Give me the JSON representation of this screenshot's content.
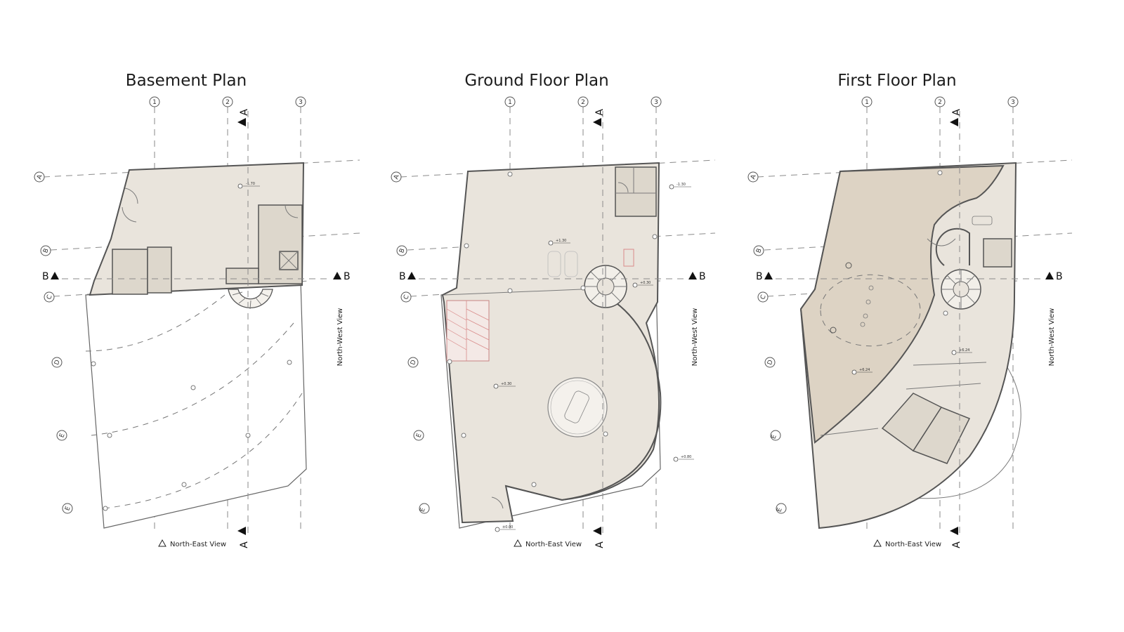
{
  "plans": [
    {
      "title": "Basement Plan",
      "grid_cols": [
        "1",
        "2",
        "3"
      ],
      "grid_rows": [
        "A",
        "B",
        "C",
        "D",
        "E",
        "E"
      ],
      "section_a": "A",
      "section_b": "B",
      "view_bottom": "North-East View",
      "view_side": "North-West View",
      "levels": [
        "-1.70"
      ]
    },
    {
      "title": "Ground Floor Plan",
      "grid_cols": [
        "1",
        "2",
        "3"
      ],
      "grid_rows": [
        "A",
        "B",
        "C",
        "D",
        "E",
        "E"
      ],
      "section_a": "A",
      "section_b": "B",
      "view_bottom": "North-East View",
      "view_side": "North-West View",
      "levels": [
        "-1.30",
        "+1.30",
        "+0.30",
        "+0.30",
        "+0.80",
        "±0.00"
      ]
    },
    {
      "title": "First Floor Plan",
      "grid_cols": [
        "1",
        "2",
        "3"
      ],
      "grid_rows": [
        "A",
        "B",
        "C",
        "D",
        "E",
        "E"
      ],
      "section_a": "A",
      "section_b": "B",
      "view_bottom": "North-East View",
      "view_side": "North-West View",
      "levels": [
        "+6.24",
        "+6.24"
      ]
    }
  ],
  "colors": {
    "floor": "#e9e4dc",
    "floor_dark": "#ddd3c4",
    "room": "#ddd7cc",
    "stair_red": "#d98a8a"
  }
}
